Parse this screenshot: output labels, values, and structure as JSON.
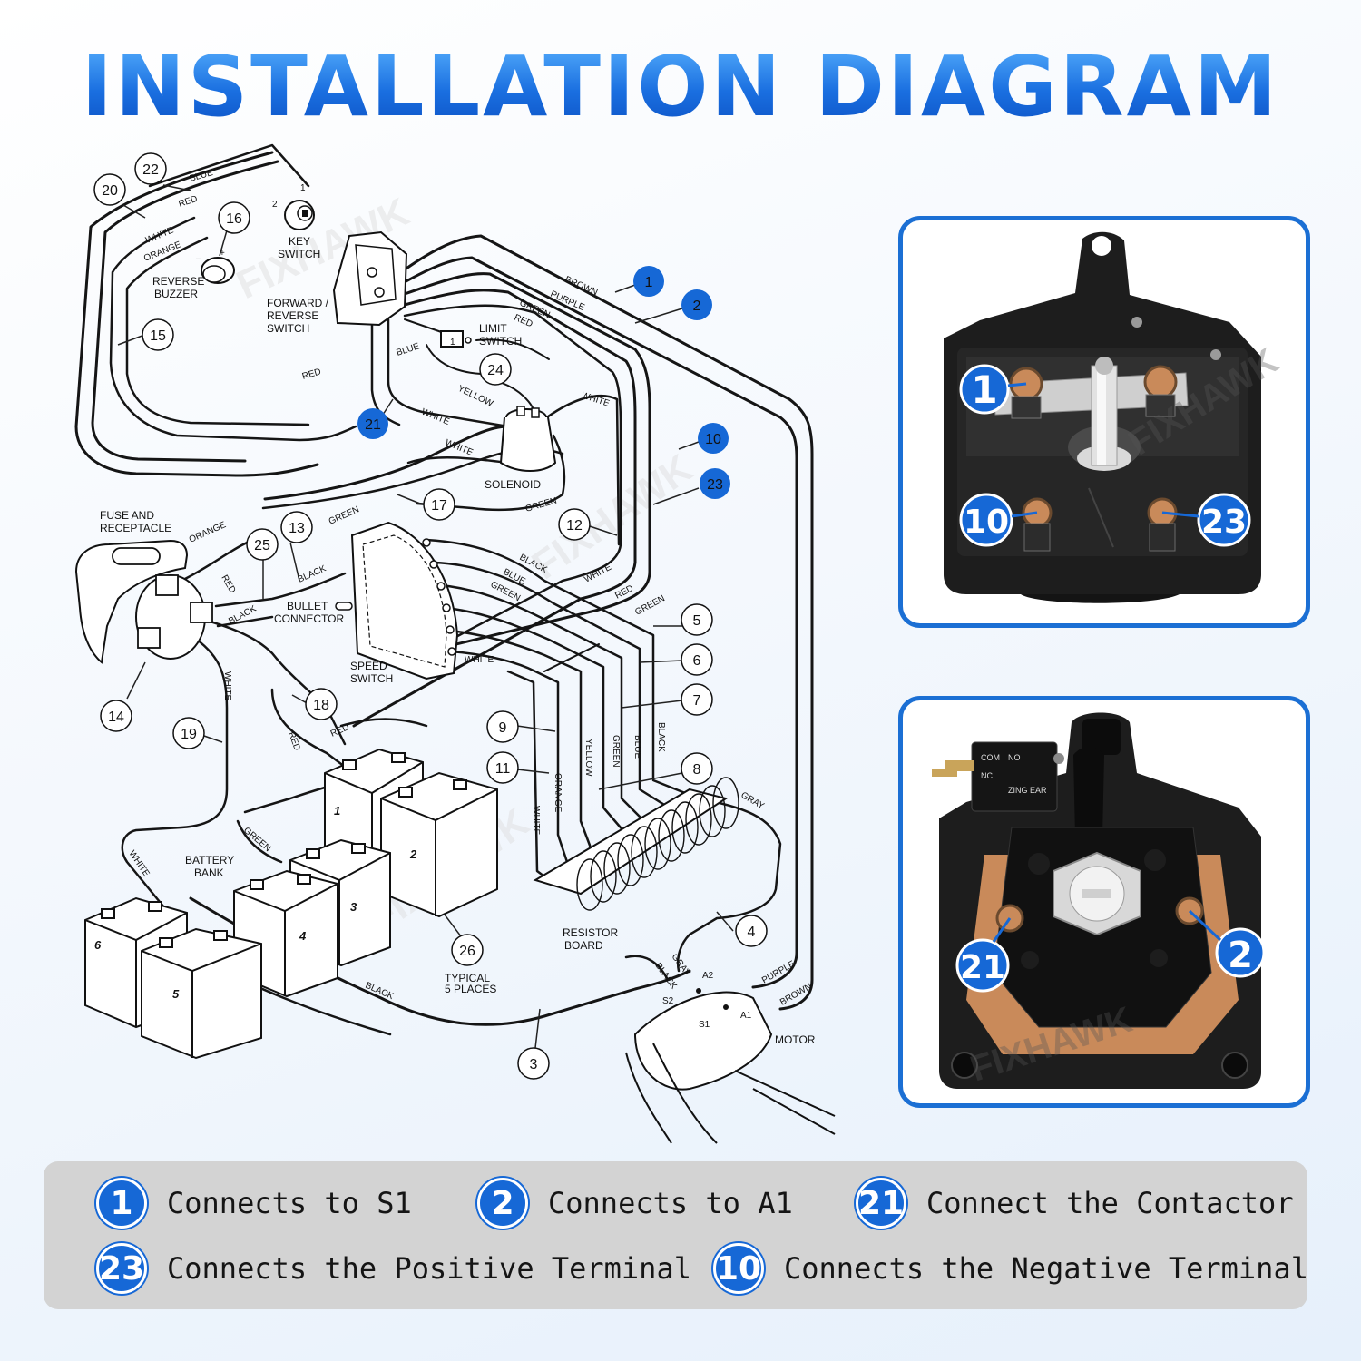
{
  "title": "INSTALLATION DIAGRAM",
  "watermark": "FIXHAWK",
  "wiring": {
    "components": {
      "key_switch": [
        "KEY",
        "SWITCH"
      ],
      "reverse_buzzer": [
        "REVERSE",
        "BUZZER"
      ],
      "forward_reverse_switch": [
        "FORWARD /",
        "REVERSE",
        "SWITCH"
      ],
      "limit_switch": [
        "LIMIT",
        "SWITCH"
      ],
      "solenoid": "SOLENOID",
      "fuse_receptacle": [
        "FUSE AND",
        "RECEPTACLE"
      ],
      "bullet_connector": [
        "BULLET",
        "CONNECTOR"
      ],
      "speed_switch": [
        "SPEED",
        "SWITCH"
      ],
      "battery_bank": [
        "BATTERY",
        "BANK"
      ],
      "resistor_board": [
        "RESISTOR",
        "BOARD"
      ],
      "typical": [
        "TYPICAL",
        "5 PLACES"
      ],
      "motor": "MOTOR",
      "terminals": {
        "a2": "A2",
        "s2": "S2",
        "s1": "S1",
        "a1": "A1"
      },
      "key_pins": {
        "p1": "1",
        "p2": "2"
      },
      "limit_pin": "1",
      "buzzer_minus": "–",
      "buzzer_plus": "+",
      "batteries": [
        "1",
        "2",
        "3",
        "4",
        "5",
        "6"
      ]
    },
    "wire_colors": {
      "blue": "BLUE",
      "red": "RED",
      "white": "WHITE",
      "orange": "ORANGE",
      "brown": "BROWN",
      "purple": "PURPLE",
      "green": "GREEN",
      "yellow": "YELLOW",
      "black": "BLACK",
      "gray": "GRAY"
    },
    "callouts": [
      "1",
      "2",
      "3",
      "4",
      "5",
      "6",
      "7",
      "8",
      "9",
      "10",
      "11",
      "12",
      "13",
      "14",
      "15",
      "16",
      "17",
      "18",
      "19",
      "20",
      "21",
      "22",
      "23",
      "24",
      "25",
      "26"
    ],
    "highlighted": [
      "1",
      "2",
      "10",
      "21",
      "23"
    ]
  },
  "photos": {
    "top": {
      "labels": {
        "l1": "1",
        "l10": "10",
        "l23": "23"
      }
    },
    "bottom": {
      "labels": {
        "l21": "21",
        "l2": "2"
      },
      "switch_marks": {
        "com": "COM",
        "no": "NO",
        "nc": "NC",
        "brand": "ZING EAR"
      }
    }
  },
  "legend": [
    {
      "number": "1",
      "text": "Connects to S1"
    },
    {
      "number": "2",
      "text": "Connects to A1"
    },
    {
      "number": "21",
      "text": "Connect the Contactor"
    },
    {
      "number": "23",
      "text": "Connects the Positive Terminal"
    },
    {
      "number": "10",
      "text": "Connects the Negative Terminal"
    }
  ],
  "colors": {
    "accent": "#1668d6",
    "legend_bg": "#d3d3d3",
    "device_black": "#1d1d1d",
    "copper": "#c98a5a"
  }
}
